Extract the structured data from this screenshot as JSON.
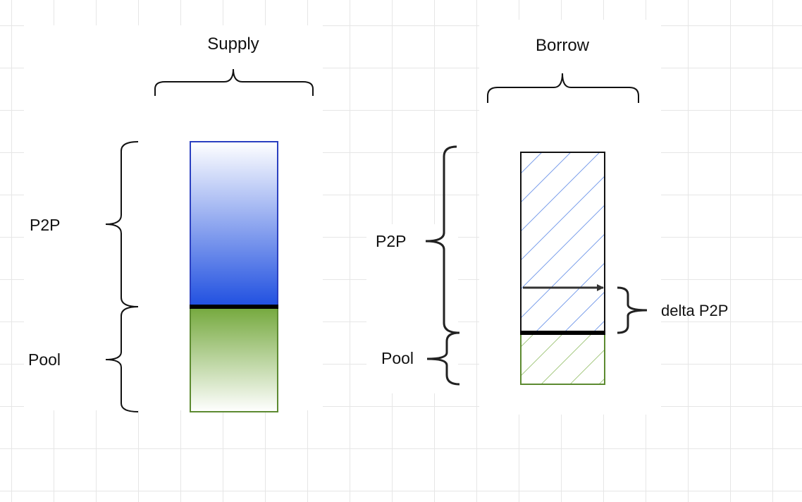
{
  "supply": {
    "title": "Supply",
    "p2p_label": "P2P",
    "pool_label": "Pool",
    "p2p_color": "#1f4fe0",
    "pool_color": "#6f9e35"
  },
  "borrow": {
    "title": "Borrow",
    "p2p_label": "P2P",
    "pool_label": "Pool",
    "delta_label": "delta P2P",
    "p2p_color": "#3a6fe0",
    "pool_color": "#6f9e35"
  }
}
